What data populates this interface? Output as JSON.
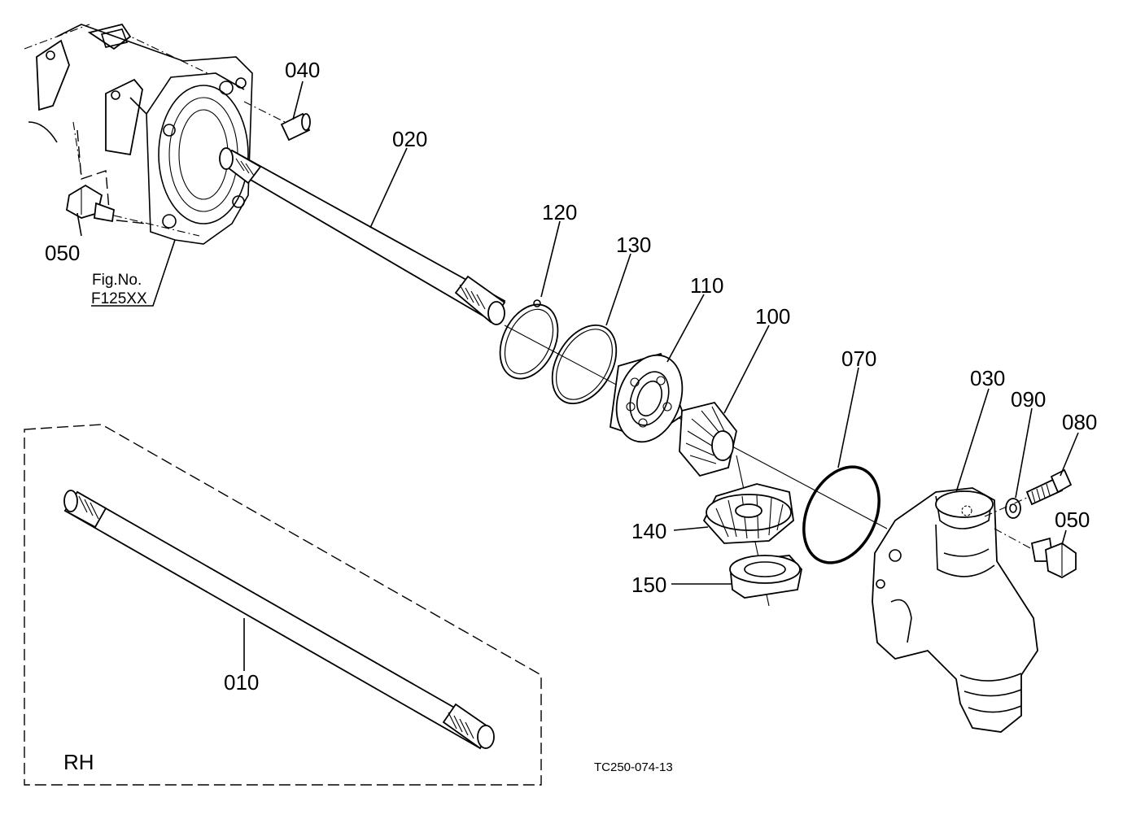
{
  "diagram": {
    "fig_ref_label": "Fig.No.",
    "fig_ref_code": "F125XX",
    "variant_label": "RH",
    "drawing_code": "TC250-074-13",
    "callouts": [
      {
        "id": "040",
        "label": "040"
      },
      {
        "id": "020",
        "label": "020"
      },
      {
        "id": "050a",
        "label": "050"
      },
      {
        "id": "120",
        "label": "120"
      },
      {
        "id": "130",
        "label": "130"
      },
      {
        "id": "110",
        "label": "110"
      },
      {
        "id": "100",
        "label": "100"
      },
      {
        "id": "070",
        "label": "070"
      },
      {
        "id": "030",
        "label": "030"
      },
      {
        "id": "090",
        "label": "090"
      },
      {
        "id": "080",
        "label": "080"
      },
      {
        "id": "050b",
        "label": "050"
      },
      {
        "id": "140",
        "label": "140"
      },
      {
        "id": "150",
        "label": "150"
      },
      {
        "id": "010",
        "label": "010"
      }
    ]
  }
}
